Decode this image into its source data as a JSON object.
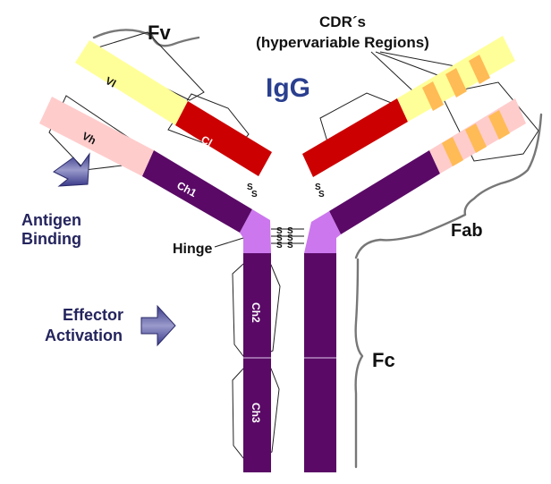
{
  "title": "IgG",
  "labels": {
    "fv": "Fv",
    "cdr_line1": "CDR´s",
    "cdr_line2": "(hypervariable Regions)",
    "fab": "Fab",
    "fc": "Fc",
    "hinge": "Hinge",
    "antigen_line1": "Antigen",
    "antigen_line2": "Binding",
    "effector_line1": "Effector",
    "effector_line2": "Activation"
  },
  "domains": {
    "vl": "Vl",
    "vh": "Vh",
    "cl": "Cl",
    "ch1": "Ch1",
    "ch2": "Ch2",
    "ch3": "Ch3"
  },
  "disulfide": "S",
  "colors": {
    "light_variable": "#ffff99",
    "heavy_variable": "#ffcccc",
    "light_constant": "#cc0000",
    "heavy_constant": "#5a0a66",
    "hinge": "#cc77ee",
    "cdr": "#ffbb55",
    "label_navy": "#24245e"
  }
}
